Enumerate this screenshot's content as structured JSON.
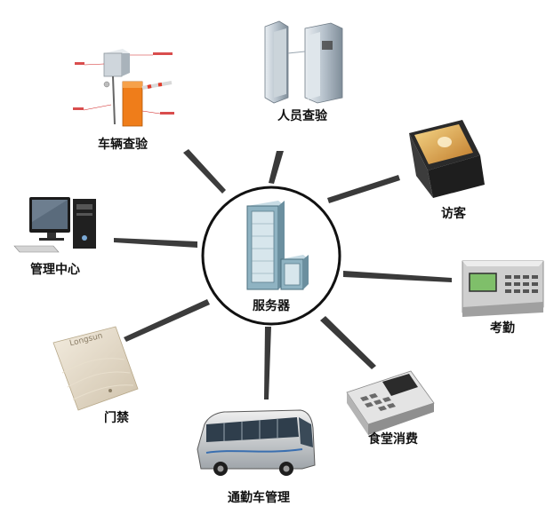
{
  "center": {
    "label": "服务器"
  },
  "nodes": [
    {
      "id": "vehicle",
      "label": "车辆查验"
    },
    {
      "id": "person",
      "label": "人员查验"
    },
    {
      "id": "visitor",
      "label": "访客"
    },
    {
      "id": "mgmt",
      "label": "管理中心"
    },
    {
      "id": "attendance",
      "label": "考勤"
    },
    {
      "id": "door",
      "label": "门禁"
    },
    {
      "id": "canteen",
      "label": "食堂消费"
    },
    {
      "id": "bus",
      "label": "通勤车管理"
    }
  ],
  "brand_text": "Longsun",
  "colors": {
    "spoke": "#3a3a3a",
    "barrier": "#ef7d1a",
    "cabinet": "#8fb3c2",
    "bus": "#d6d6d6"
  }
}
